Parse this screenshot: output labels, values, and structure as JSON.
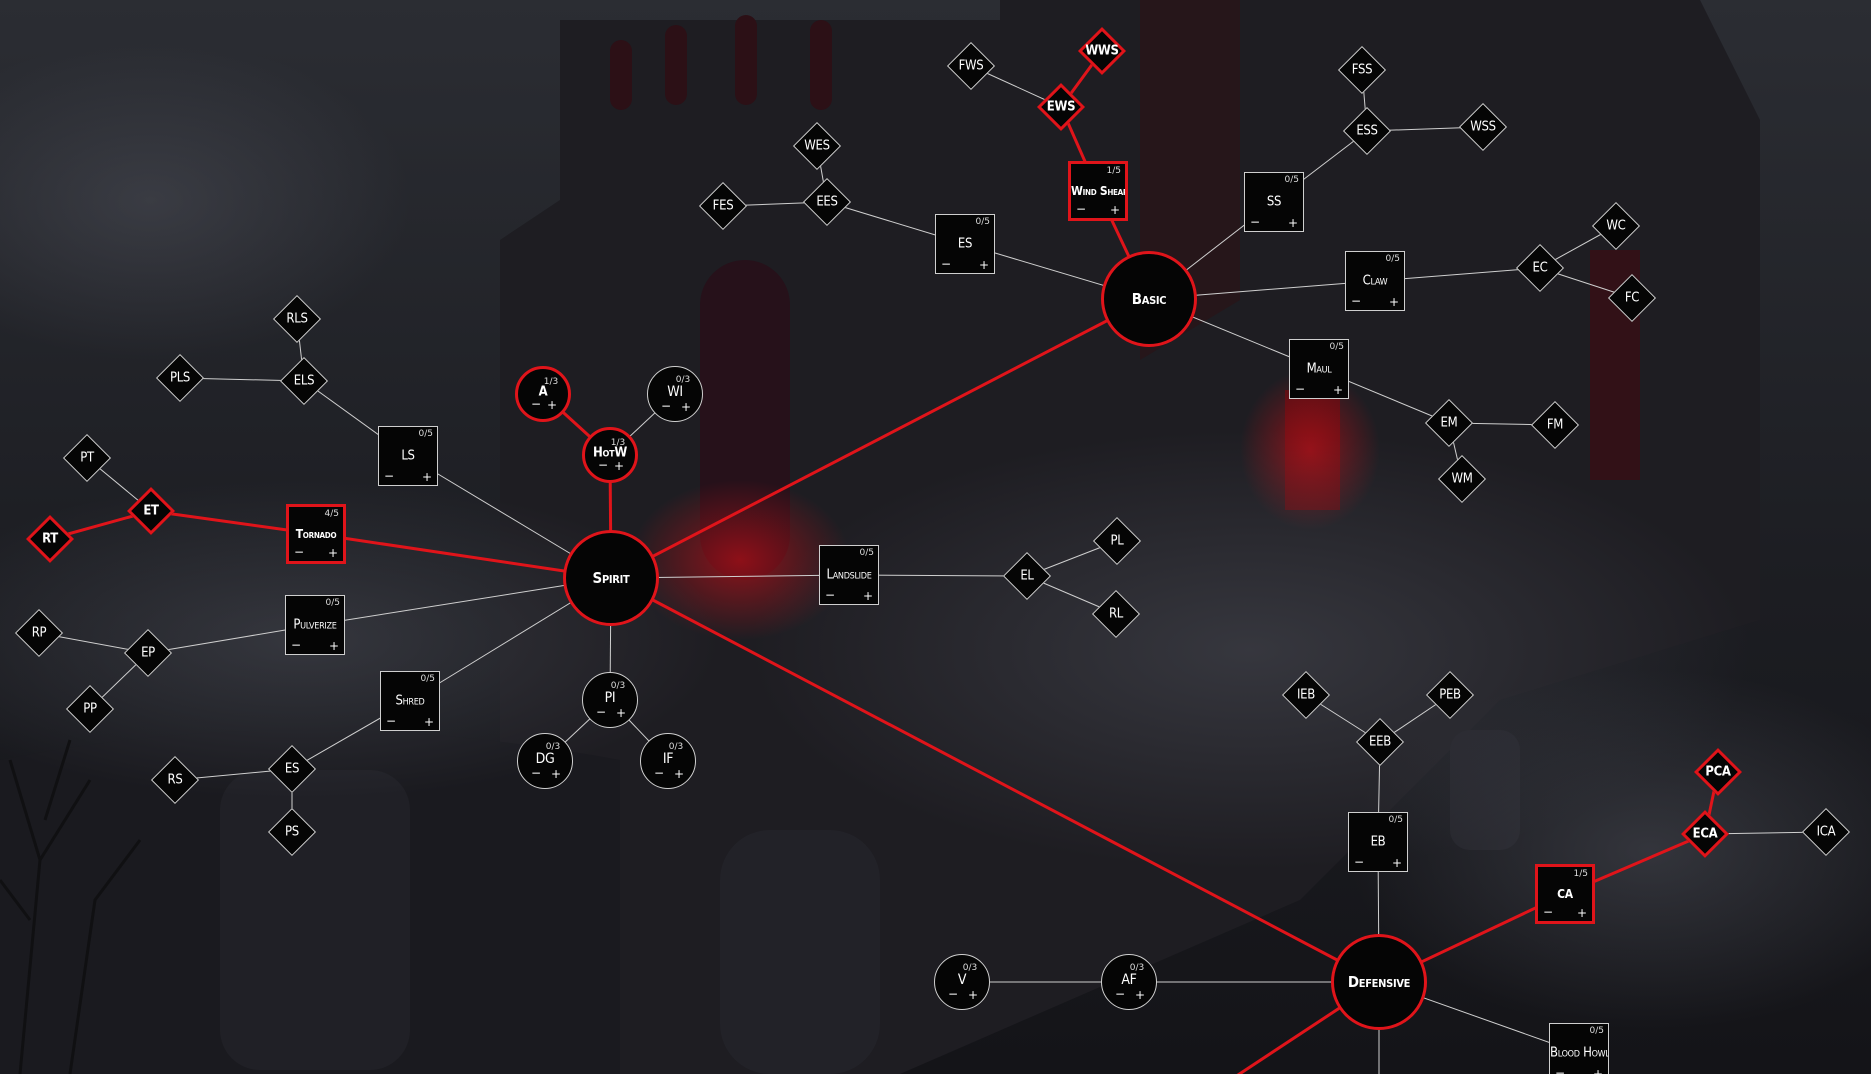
{
  "colors": {
    "active": "#e0141a",
    "inactive": "#cfcfcf",
    "node_fill": "#050505",
    "background": "#15151a"
  },
  "icons": {
    "minus": "−",
    "plus": "+"
  },
  "nodes": [
    {
      "id": "spirit",
      "label": "Spirit",
      "shape": "hub",
      "active": true
    },
    {
      "id": "basic",
      "label": "Basic",
      "shape": "hub",
      "active": true
    },
    {
      "id": "defensive",
      "label": "Defensive",
      "shape": "hub",
      "active": true
    },
    {
      "id": "es_basic",
      "label": "ES",
      "shape": "square",
      "points": "0/5",
      "active": false
    },
    {
      "id": "wind_shear",
      "label": "Wind Shear",
      "shape": "square",
      "points": "1/5",
      "active": true
    },
    {
      "id": "ss",
      "label": "SS",
      "shape": "square",
      "points": "0/5",
      "active": false
    },
    {
      "id": "claw",
      "label": "Claw",
      "shape": "square",
      "points": "0/5",
      "active": false
    },
    {
      "id": "maul",
      "label": "Maul",
      "shape": "square",
      "points": "0/5",
      "active": false
    },
    {
      "id": "ls",
      "label": "LS",
      "shape": "square",
      "points": "0/5",
      "active": false
    },
    {
      "id": "tornado",
      "label": "Tornado",
      "shape": "square",
      "points": "4/5",
      "active": true
    },
    {
      "id": "pulverize",
      "label": "Pulverize",
      "shape": "square",
      "points": "0/5",
      "active": false
    },
    {
      "id": "shred",
      "label": "Shred",
      "shape": "square",
      "points": "0/5",
      "active": false
    },
    {
      "id": "landslide",
      "label": "Landslide",
      "shape": "square",
      "points": "0/5",
      "active": false
    },
    {
      "id": "eb",
      "label": "EB",
      "shape": "square",
      "points": "0/5",
      "active": false
    },
    {
      "id": "ca",
      "label": "CA",
      "shape": "square",
      "points": "1/5",
      "active": true
    },
    {
      "id": "blood_howl",
      "label": "Blood Howl",
      "shape": "square",
      "points": "0/5",
      "active": false
    },
    {
      "id": "a",
      "label": "A",
      "shape": "circle",
      "points": "1/3",
      "active": true
    },
    {
      "id": "wi",
      "label": "WI",
      "shape": "circle",
      "points": "0/3",
      "active": false
    },
    {
      "id": "hotw",
      "label": "HotW",
      "shape": "circle",
      "points": "1/3",
      "active": true
    },
    {
      "id": "pi",
      "label": "PI",
      "shape": "circle",
      "points": "0/3",
      "active": false
    },
    {
      "id": "dg",
      "label": "DG",
      "shape": "circle",
      "points": "0/3",
      "active": false
    },
    {
      "id": "if",
      "label": "IF",
      "shape": "circle",
      "points": "0/3",
      "active": false
    },
    {
      "id": "v",
      "label": "V",
      "shape": "circle",
      "points": "0/3",
      "active": false
    },
    {
      "id": "af",
      "label": "AF",
      "shape": "circle",
      "points": "0/3",
      "active": false
    },
    {
      "id": "wws",
      "label": "WWS",
      "shape": "diamond",
      "active": true
    },
    {
      "id": "fws",
      "label": "FWS",
      "shape": "diamond",
      "active": false
    },
    {
      "id": "ews",
      "label": "EWS",
      "shape": "diamond",
      "active": true
    },
    {
      "id": "wes",
      "label": "WES",
      "shape": "diamond",
      "active": false
    },
    {
      "id": "fes",
      "label": "FES",
      "shape": "diamond",
      "active": false
    },
    {
      "id": "ees",
      "label": "EES",
      "shape": "diamond",
      "active": false
    },
    {
      "id": "fss",
      "label": "FSS",
      "shape": "diamond",
      "active": false
    },
    {
      "id": "ess",
      "label": "ESS",
      "shape": "diamond",
      "active": false
    },
    {
      "id": "wss",
      "label": "WSS",
      "shape": "diamond",
      "active": false
    },
    {
      "id": "wc",
      "label": "WC",
      "shape": "diamond",
      "active": false
    },
    {
      "id": "ec",
      "label": "EC",
      "shape": "diamond",
      "active": false
    },
    {
      "id": "fc",
      "label": "FC",
      "shape": "diamond",
      "active": false
    },
    {
      "id": "em",
      "label": "EM",
      "shape": "diamond",
      "active": false
    },
    {
      "id": "fm",
      "label": "FM",
      "shape": "diamond",
      "active": false
    },
    {
      "id": "wm",
      "label": "WM",
      "shape": "diamond",
      "active": false
    },
    {
      "id": "rls",
      "label": "RLS",
      "shape": "diamond",
      "active": false
    },
    {
      "id": "pls",
      "label": "PLS",
      "shape": "diamond",
      "active": false
    },
    {
      "id": "els",
      "label": "ELS",
      "shape": "diamond",
      "active": false
    },
    {
      "id": "pt",
      "label": "PT",
      "shape": "diamond",
      "active": false
    },
    {
      "id": "et",
      "label": "ET",
      "shape": "diamond",
      "active": true
    },
    {
      "id": "rt",
      "label": "RT",
      "shape": "diamond",
      "active": true
    },
    {
      "id": "rp",
      "label": "RP",
      "shape": "diamond",
      "active": false
    },
    {
      "id": "ep",
      "label": "EP",
      "shape": "diamond",
      "active": false
    },
    {
      "id": "pp",
      "label": "PP",
      "shape": "diamond",
      "active": false
    },
    {
      "id": "rs",
      "label": "RS",
      "shape": "diamond",
      "active": false
    },
    {
      "id": "es_shred",
      "label": "ES",
      "shape": "diamond",
      "active": false
    },
    {
      "id": "ps",
      "label": "PS",
      "shape": "diamond",
      "active": false
    },
    {
      "id": "pl",
      "label": "PL",
      "shape": "diamond",
      "active": false
    },
    {
      "id": "el",
      "label": "EL",
      "shape": "diamond",
      "active": false
    },
    {
      "id": "rl",
      "label": "RL",
      "shape": "diamond",
      "active": false
    },
    {
      "id": "ieb",
      "label": "IEB",
      "shape": "diamond",
      "active": false
    },
    {
      "id": "peb",
      "label": "PEB",
      "shape": "diamond",
      "active": false
    },
    {
      "id": "eeb",
      "label": "EEB",
      "shape": "diamond",
      "active": false
    },
    {
      "id": "pca",
      "label": "PCA",
      "shape": "diamond",
      "active": true
    },
    {
      "id": "eca",
      "label": "ECA",
      "shape": "diamond",
      "active": true
    },
    {
      "id": "ica",
      "label": "ICA",
      "shape": "diamond",
      "active": false
    }
  ],
  "links": [
    [
      "spirit",
      "basic",
      true
    ],
    [
      "spirit",
      "defensive",
      true
    ],
    [
      "spirit",
      "tornado",
      true
    ],
    [
      "tornado",
      "et",
      true
    ],
    [
      "et",
      "rt",
      true
    ],
    [
      "et",
      "pt",
      false
    ],
    [
      "spirit",
      "hotw",
      true
    ],
    [
      "hotw",
      "a",
      true
    ],
    [
      "hotw",
      "wi",
      false
    ],
    [
      "spirit",
      "ls",
      false
    ],
    [
      "ls",
      "els",
      false
    ],
    [
      "els",
      "rls",
      false
    ],
    [
      "els",
      "pls",
      false
    ],
    [
      "spirit",
      "pulverize",
      false
    ],
    [
      "pulverize",
      "ep",
      false
    ],
    [
      "ep",
      "rp",
      false
    ],
    [
      "ep",
      "pp",
      false
    ],
    [
      "spirit",
      "shred",
      false
    ],
    [
      "shred",
      "es_shred",
      false
    ],
    [
      "es_shred",
      "rs",
      false
    ],
    [
      "es_shred",
      "ps",
      false
    ],
    [
      "spirit",
      "landslide",
      false
    ],
    [
      "landslide",
      "el",
      false
    ],
    [
      "el",
      "pl",
      false
    ],
    [
      "el",
      "rl",
      false
    ],
    [
      "spirit",
      "pi",
      false
    ],
    [
      "pi",
      "dg",
      false
    ],
    [
      "pi",
      "if",
      false
    ],
    [
      "basic",
      "wind_shear",
      true
    ],
    [
      "wind_shear",
      "ews",
      true
    ],
    [
      "ews",
      "wws",
      true
    ],
    [
      "ews",
      "fws",
      false
    ],
    [
      "basic",
      "es_basic",
      false
    ],
    [
      "es_basic",
      "ees",
      false
    ],
    [
      "ees",
      "wes",
      false
    ],
    [
      "ees",
      "fes",
      false
    ],
    [
      "basic",
      "ss",
      false
    ],
    [
      "ss",
      "ess",
      false
    ],
    [
      "ess",
      "fss",
      false
    ],
    [
      "ess",
      "wss",
      false
    ],
    [
      "basic",
      "claw",
      false
    ],
    [
      "claw",
      "ec",
      false
    ],
    [
      "ec",
      "wc",
      false
    ],
    [
      "ec",
      "fc",
      false
    ],
    [
      "basic",
      "maul",
      false
    ],
    [
      "maul",
      "em",
      false
    ],
    [
      "em",
      "fm",
      false
    ],
    [
      "em",
      "wm",
      false
    ],
    [
      "defensive",
      "eb",
      false
    ],
    [
      "eb",
      "eeb",
      false
    ],
    [
      "eeb",
      "ieb",
      false
    ],
    [
      "eeb",
      "peb",
      false
    ],
    [
      "defensive",
      "ca",
      true
    ],
    [
      "ca",
      "eca",
      true
    ],
    [
      "eca",
      "pca",
      true
    ],
    [
      "eca",
      "ica",
      false
    ],
    [
      "defensive",
      "af",
      false
    ],
    [
      "af",
      "v",
      false
    ],
    [
      "defensive",
      "blood_howl",
      false
    ],
    [
      "defensive",
      "offscreen_down",
      false
    ],
    [
      "defensive",
      "offscreen_left",
      true
    ]
  ]
}
